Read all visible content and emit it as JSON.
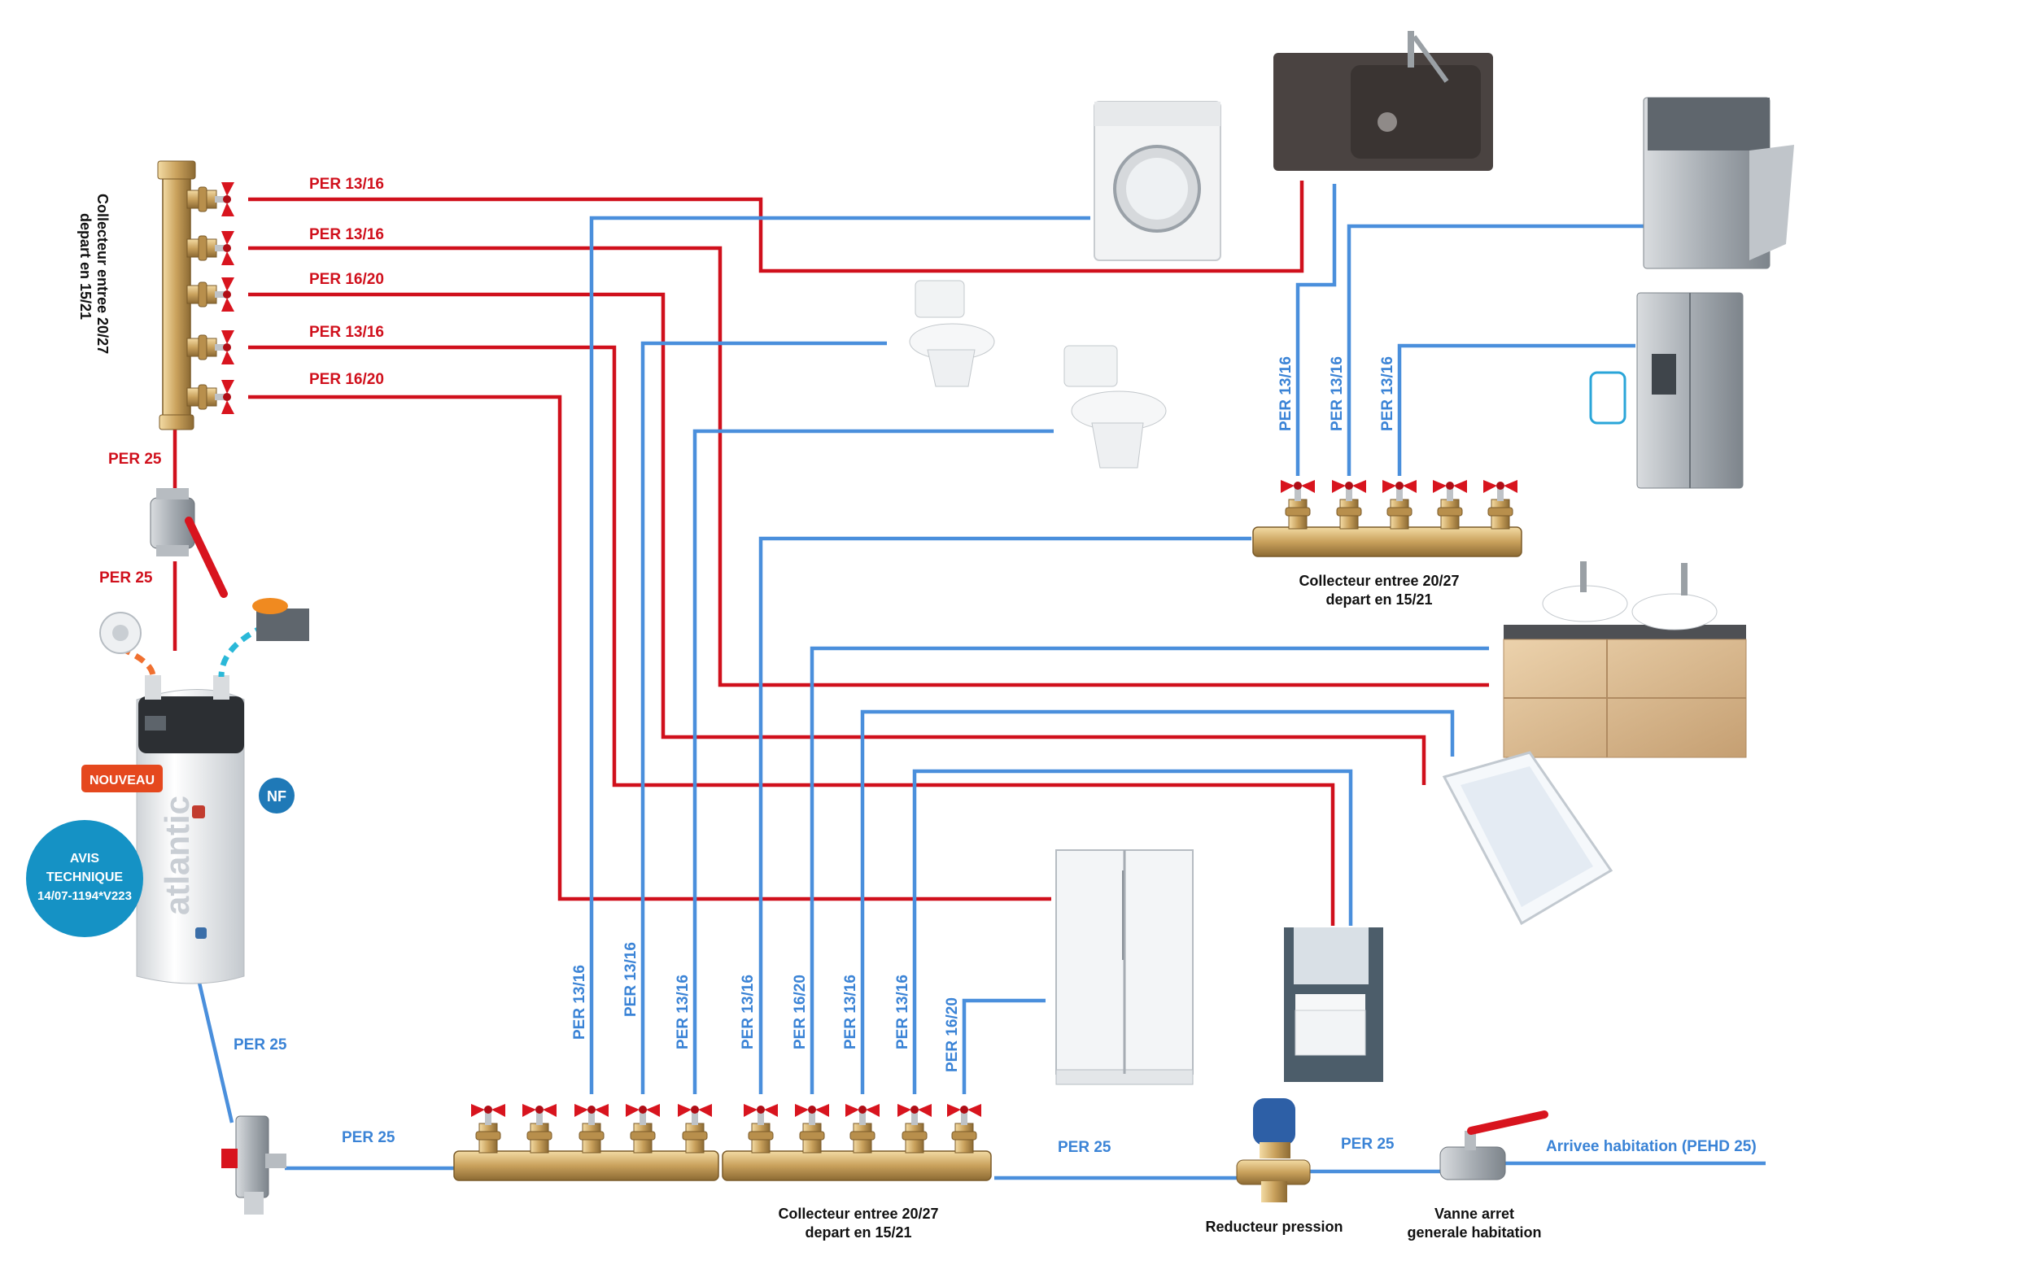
{
  "colors": {
    "hot": "#d0101c",
    "cold": "#4a8fdc",
    "brass": "#c9a15c",
    "valve": "#d8141e"
  },
  "hot_labels": {
    "h1": "PER 13/16",
    "h2": "PER 13/16",
    "h3": "PER 16/20",
    "h4": "PER 13/16",
    "h5": "PER 16/20",
    "feed_top": "PER 25",
    "feed_bottom": "PER 25"
  },
  "cold_labels": {
    "heater_out": "PER 25",
    "to_collector": "PER 25",
    "from_reducer": "PER 25",
    "from_valve": "PER 25",
    "k1": "PER 13/16",
    "k2": "PER 13/16",
    "k3": "PER 13/16",
    "b1": "PER 13/16",
    "b2": "PER 13/16",
    "b3": "PER 13/16",
    "b4": "PER 13/16",
    "b5": "PER 16/20",
    "b6": "PER 13/16",
    "b7": "PER 13/16",
    "b8": "PER 16/20"
  },
  "texts": {
    "left_collector_1": "Collecteur entree 20/27",
    "left_collector_2": "depart en 15/21",
    "kitchen_collector_1": "Collecteur entree 20/27",
    "kitchen_collector_2": "depart en 15/21",
    "bottom_collector_1": "Collecteur entree 20/27",
    "bottom_collector_2": "depart en 15/21",
    "reducer": "Reducteur pression",
    "main_valve_1": "Vanne arret",
    "main_valve_2": "generale habitation",
    "arrival": "Arrivee habitation (PEHD 25)",
    "nouveau": "NOUVEAU",
    "avis_1": "AVIS",
    "avis_2": "TECHNIQUE",
    "avis_3": "14/07-1194*V223",
    "brand": "atlantic",
    "nf": "NF"
  },
  "icons": [
    "washing-machine",
    "kitchen-sink",
    "dishwasher",
    "fridge",
    "toilet",
    "vanity",
    "bathtub",
    "shower",
    "washbasin",
    "water-heater",
    "pressure-reducer",
    "valve"
  ]
}
